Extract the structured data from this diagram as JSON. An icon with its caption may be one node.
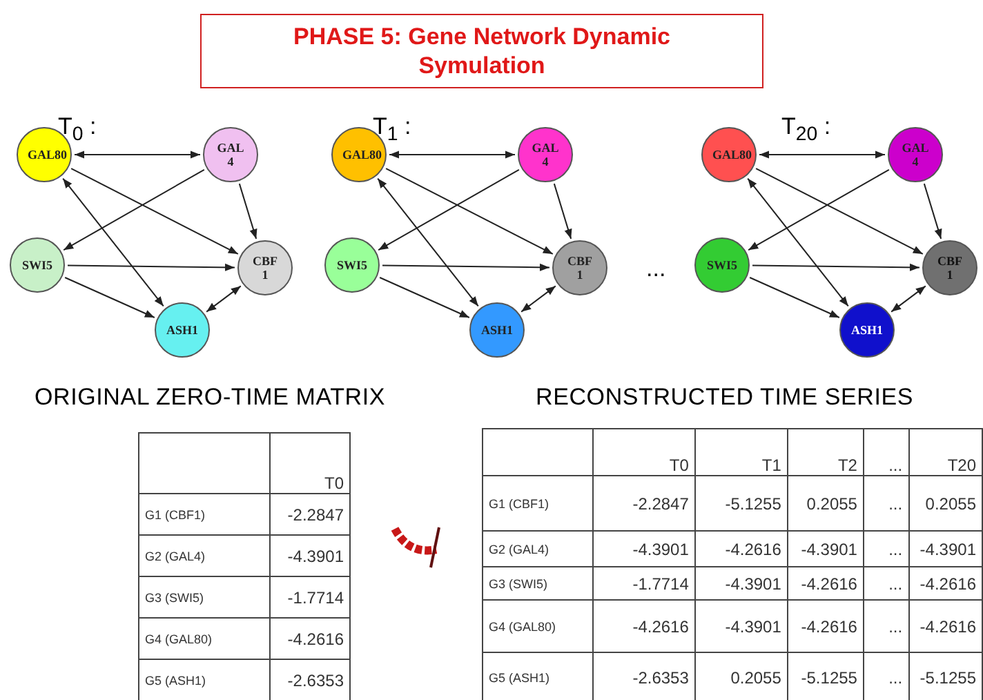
{
  "diagram": {
    "title": "PHASE 5: Gene Network Dynamic Symulation",
    "nodes": [
      {
        "text": [
          "GAL80"
        ]
      },
      {
        "text": [
          "GAL 4"
        ]
      },
      {
        "text": [
          "SWI5"
        ]
      },
      {
        "text": [
          "CBF 1"
        ]
      },
      {
        "text": [
          "ASH1"
        ]
      },
      {
        "text": [
          "GAL80"
        ]
      },
      {
        "text": [
          "GAL 4"
        ]
      },
      {
        "text": [
          "SWI5"
        ]
      },
      {
        "text": [
          "CBF 1"
        ]
      },
      {
        "text": [
          "ASH1"
        ]
      },
      {
        "text": [
          "GAL80"
        ]
      },
      {
        "text": [
          "GAL 4"
        ]
      },
      {
        "text": [
          "SWI5"
        ]
      },
      {
        "text": [
          "CBF 1"
        ]
      },
      {
        "text": [
          "ASH1"
        ]
      }
    ],
    "edges": [
      {
        "from": 0,
        "to": 1,
        "arrow": "both"
      },
      {
        "from": 0,
        "to": 3,
        "arrow": "to"
      },
      {
        "from": 1,
        "to": 2,
        "arrow": "to"
      },
      {
        "from": 1,
        "to": 3,
        "arrow": "to"
      },
      {
        "from": 0,
        "to": 4,
        "arrow": "both"
      },
      {
        "from": 2,
        "to": 3,
        "arrow": "to"
      },
      {
        "from": 2,
        "to": 4,
        "arrow": "to"
      },
      {
        "from": 4,
        "to": 3,
        "arrow": "both"
      },
      {
        "from": 5,
        "to": 6,
        "arrow": "both"
      },
      {
        "from": 5,
        "to": 8,
        "arrow": "to"
      },
      {
        "from": 6,
        "to": 7,
        "arrow": "to"
      },
      {
        "from": 6,
        "to": 8,
        "arrow": "to"
      },
      {
        "from": 5,
        "to": 9,
        "arrow": "both"
      },
      {
        "from": 7,
        "to": 8,
        "arrow": "to"
      },
      {
        "from": 7,
        "to": 9,
        "arrow": "to"
      },
      {
        "from": 9,
        "to": 8,
        "arrow": "both"
      },
      {
        "from": 10,
        "to": 11,
        "arrow": "both"
      },
      {
        "from": 10,
        "to": 13,
        "arrow": "to"
      },
      {
        "from": 11,
        "to": 12,
        "arrow": "to"
      },
      {
        "from": 11,
        "to": 13,
        "arrow": "to"
      },
      {
        "from": 10,
        "to": 14,
        "arrow": "both"
      },
      {
        "from": 12,
        "to": 13,
        "arrow": "to"
      },
      {
        "from": 12,
        "to": 14,
        "arrow": "to"
      },
      {
        "from": 14,
        "to": 13,
        "arrow": "both"
      }
    ],
    "labels": [
      "T$_{0}$ :",
      "T$_{1}$ :",
      "T$_{20}$ :",
      "...",
      "ORIGINAL ZERO-TIME MATRIX",
      "RECONSTRUCTED TIME SERIES",
      "T0",
      "G1 (CBF1)",
      "-2.2847",
      "G2 (GAL4)",
      "-4.3901",
      "G3 (SWI5)",
      "-1.7714",
      "G4 (GAL80)",
      "-4.2616",
      "G5 (ASH1)",
      "-2.6353",
      "T0",
      "T1",
      "T2",
      "...",
      "T20",
      "G1 (CBF1)",
      "-2.2847",
      "-5.1255",
      "0.2055",
      "...",
      "0.2055",
      "G2 (GAL4)",
      "-4.3901",
      "-4.2616",
      "-4.3901",
      "...",
      "-4.3901",
      "G3 (SWI5)",
      "-1.7714",
      "-4.3901",
      "-4.2616",
      "...",
      "-4.2616",
      "G4 (GAL80)",
      "-4.2616",
      "-4.3901",
      "-4.2616",
      "...",
      "-4.2616",
      "G5 (ASH1)",
      "-2.6353",
      "0.2055",
      "-5.1255",
      "...",
      "-5.1255"
    ]
  }
}
